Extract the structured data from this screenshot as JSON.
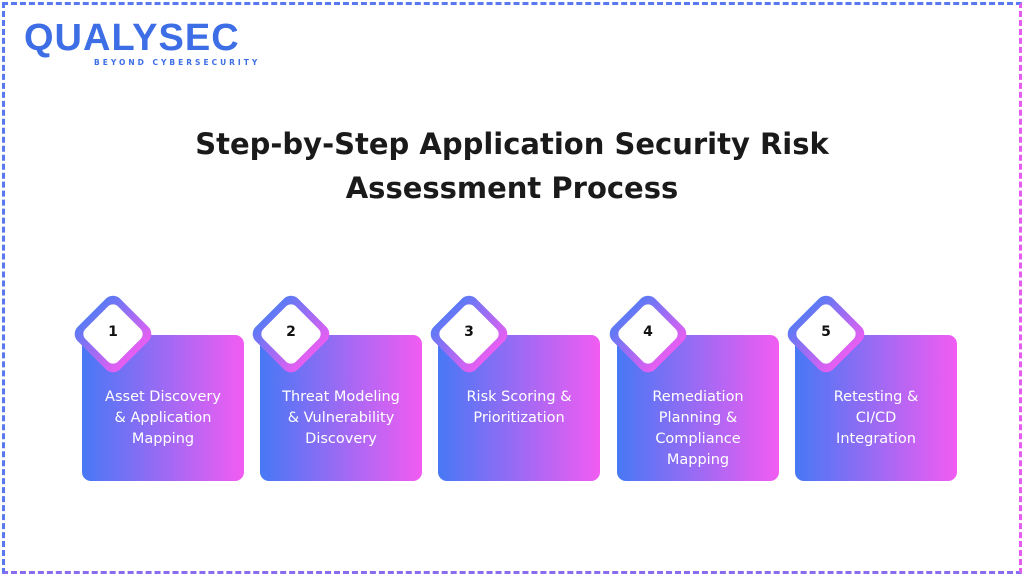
{
  "logo": {
    "name": "QUALYSEC",
    "tagline": "BEYOND CYBERSECURITY"
  },
  "title_line1": "Step-by-Step Application Security Risk",
  "title_line2": "Assessment Process",
  "steps": [
    {
      "number": "1",
      "lines": [
        "Asset Discovery",
        "& Application",
        "Mapping"
      ]
    },
    {
      "number": "2",
      "lines": [
        "Threat Modeling",
        "& Vulnerability",
        "Discovery"
      ]
    },
    {
      "number": "3",
      "lines": [
        "Risk Scoring &",
        "Prioritization"
      ]
    },
    {
      "number": "4",
      "lines": [
        "Remediation",
        "Planning &",
        "Compliance",
        "Mapping"
      ]
    },
    {
      "number": "5",
      "lines": [
        "Retesting &",
        "CI/CD",
        "Integration"
      ]
    }
  ],
  "colors": {
    "blue": "#4778f5",
    "pink": "#f25cf2"
  }
}
